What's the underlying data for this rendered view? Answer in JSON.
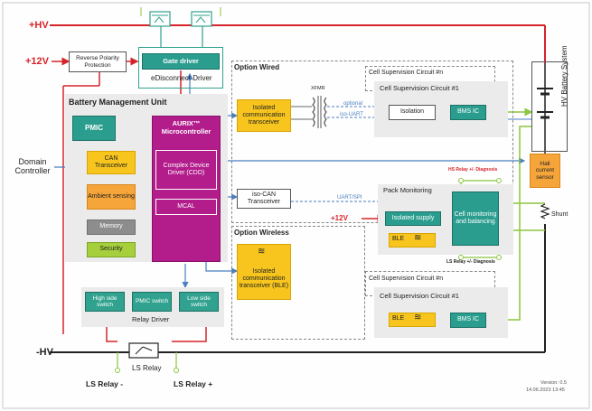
{
  "rails": {
    "hv_plus": "+HV",
    "hv_minus": "-HV",
    "v12": "+12V",
    "v12_pack": "+12V"
  },
  "left": {
    "domain_controller": "Domain Controller",
    "reverse_polarity": "Reverse Polarity Protection"
  },
  "edisconnect": {
    "title": "eDisconnect Driver",
    "gate_driver": "Gate driver"
  },
  "bmu": {
    "title": "Battery Management Unit",
    "pmic": "PMIC",
    "can": "CAN Transceiver",
    "ambient": "Ambient sensing",
    "memory": "Memory",
    "security": "Security",
    "mcu_title": "AURIX™ Microcontroller",
    "cdd": "Complex Device Driver (CDD)",
    "mcal": "MCAL"
  },
  "relay_driver": {
    "title": "Relay Driver",
    "high_side": "High side switch",
    "pmic_switch": "PMIC switch",
    "low_side": "Low side switch"
  },
  "option_wired": {
    "title": "Option Wired",
    "isolated_transceiver": "Isolated communication transceiver",
    "xfmr": "XFMR",
    "optional": "optional",
    "iso_uart": "iso-UART",
    "iso_can": "iso-CAN Transceiver",
    "uart_spi": "UART/SPI"
  },
  "option_wireless": {
    "title": "Option Wireless",
    "ble_transceiver": "Isolated communication transceiver (BLE)"
  },
  "csc_top": {
    "title_n": "Cell Supervision Circuit #n",
    "title_1": "Cell Supervision Circuit #1",
    "isolation": "Isolation",
    "bms_ic": "BMS IC"
  },
  "pack": {
    "title": "Pack Monitoring",
    "isolated_supply": "Isolated supply",
    "ble": "BLE",
    "cell_mon": "Cell monitoring and balancing",
    "hs_diag": "HS Relay +/- Diagnosis",
    "ls_diag": "LS Relay +/- Diagnosis"
  },
  "csc_bottom": {
    "title_n": "Cell Supervision Circuit #n",
    "title_1": "Cell Supervision Circuit #1",
    "ble": "BLE",
    "bms_ic": "BMS IC"
  },
  "right": {
    "hv_battery": "HV Battery System",
    "hall": "Hall current sensor",
    "shunt": "Shunt"
  },
  "bottom": {
    "ls_relay": "LS Relay",
    "ls_relay_minus": "LS Relay -",
    "ls_relay_plus": "LS Relay +",
    "version": "Version: 0.5",
    "date": "14.06.2023 13:45"
  },
  "colors": {
    "teal": "#2a9d8f",
    "magenta": "#b21c8b",
    "orange": "#f5a53a",
    "yellow": "#f7c51d",
    "red_line": "#d6232a",
    "green_line": "#8cc63f",
    "blue_line": "#4a7fc1"
  }
}
